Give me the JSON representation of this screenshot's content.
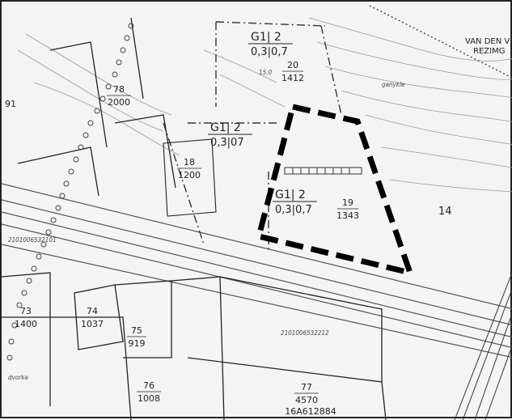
{
  "map": {
    "zone_labels": [
      {
        "code": "G1| 2",
        "ratio": "0,3|0,7"
      },
      {
        "code": "G1| 2",
        "ratio": "0,3|07"
      },
      {
        "code": "G1| 2",
        "ratio": "0,3|0,7"
      }
    ],
    "parcels": [
      {
        "number": "20",
        "area": "1412"
      },
      {
        "number": "78",
        "area": "2000"
      },
      {
        "number": "18",
        "area": "1200"
      },
      {
        "number": "19",
        "area": "1343"
      },
      {
        "number": "73",
        "area": "1400"
      },
      {
        "number": "74",
        "area": "1037"
      },
      {
        "number": "75",
        "area": "919"
      },
      {
        "number": "76",
        "area": "1008"
      },
      {
        "number": "77",
        "area": "4570"
      }
    ],
    "texts": {
      "street_top_right_1": "VAN DEN VI",
      "street_top_right_2": "REZIMG",
      "parcel_id_77": "16A612884",
      "parcel_left_partial": "91",
      "road_ref_left": "2101006532101",
      "road_ref_mid": "2101006532212",
      "place_note_1": "dvorka",
      "place_note_2": "ganykle",
      "plot_15": "15.0",
      "parcel_14": "14"
    },
    "highlight_area": {
      "style": "thick black dashed polygon"
    }
  }
}
